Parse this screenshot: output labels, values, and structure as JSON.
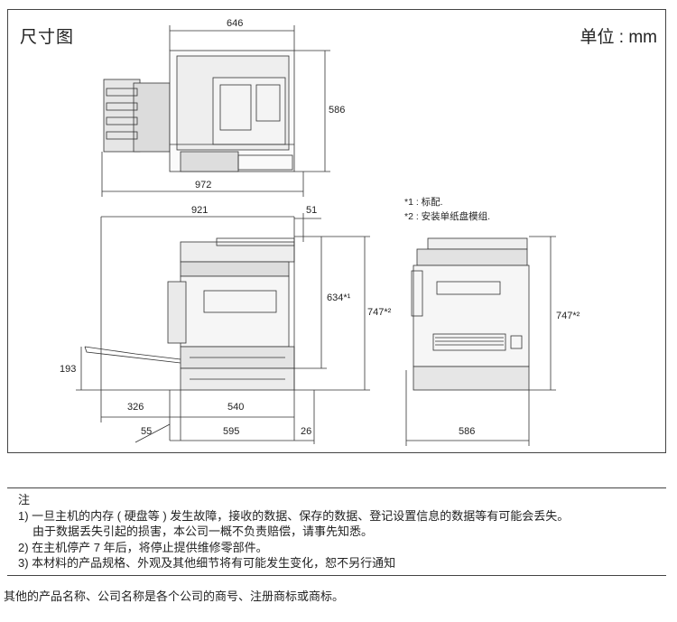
{
  "header": {
    "title": "尺寸图",
    "unit": "单位 : mm"
  },
  "dimensions": {
    "top_width": "646",
    "top_depth": "586",
    "top_total": "972",
    "front_total": "921",
    "front_right": "51",
    "front_height_main": "634*¹",
    "front_height_full": "747*²",
    "tray_height": "193",
    "tray_extension": "326",
    "body_width": "540",
    "left_gap": "55",
    "base_width": "595",
    "right_gap": "26",
    "side_height": "747*²",
    "side_depth": "586"
  },
  "footnotes": {
    "fn1": "*1 : 标配.",
    "fn2": "*2 : 安装单纸盘模组."
  },
  "notes": {
    "heading": "注",
    "line1": "1) 一旦主机的内存 ( 硬盘等 ) 发生故障，接收的数据、保存的数据、登记设置信息的数据等有可能会丢失。",
    "line1b": "由于数据丢失引起的损害，本公司一概不负责赔偿，请事先知悉。",
    "line2": "2) 在主机停产 7 年后，将停止提供维修零部件。",
    "line3": "3) 本材料的产品规格、外观及其他细节将有可能发生变化，恕不另行通知"
  },
  "footer": "其他的产品名称、公司名称是各个公司的商号、注册商标或商标。"
}
